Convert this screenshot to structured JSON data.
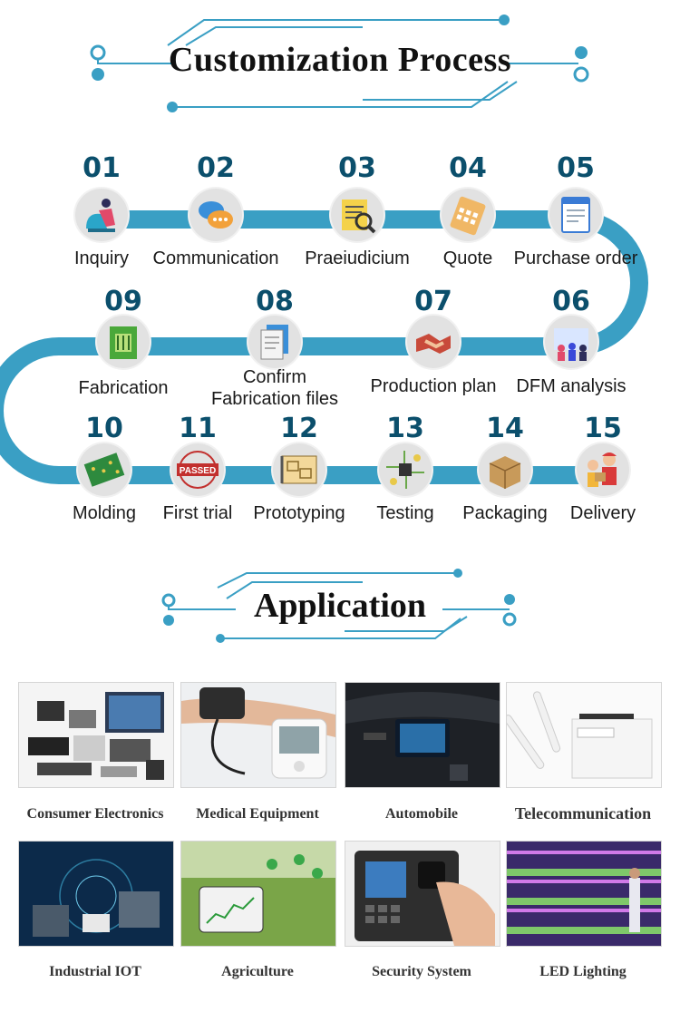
{
  "process": {
    "title": "Customization Process",
    "steps": [
      {
        "num": "01",
        "label": "Inquiry",
        "icon": "person-chair-icon"
      },
      {
        "num": "02",
        "label": "Communication",
        "icon": "chat-bubbles-icon"
      },
      {
        "num": "03",
        "label": "Praeiudicium",
        "icon": "document-magnifier-icon"
      },
      {
        "num": "04",
        "label": "Quote",
        "icon": "calculator-icon"
      },
      {
        "num": "05",
        "label": "Purchase order",
        "icon": "order-form-icon"
      },
      {
        "num": "06",
        "label": "DFM analysis",
        "icon": "team-analysis-icon"
      },
      {
        "num": "07",
        "label": "Production plan",
        "icon": "handshake-icon"
      },
      {
        "num": "08",
        "label": "Confirm\nFabrication files",
        "icon": "files-icon"
      },
      {
        "num": "09",
        "label": "Fabrication",
        "icon": "chip-icon"
      },
      {
        "num": "10",
        "label": "Molding",
        "icon": "pcb-board-icon"
      },
      {
        "num": "11",
        "label": "First trial",
        "icon": "passed-stamp-icon"
      },
      {
        "num": "12",
        "label": "Prototyping",
        "icon": "blueprint-icon"
      },
      {
        "num": "13",
        "label": "Testing",
        "icon": "circuit-test-icon"
      },
      {
        "num": "14",
        "label": "Packaging",
        "icon": "box-icon"
      },
      {
        "num": "15",
        "label": "Delivery",
        "icon": "courier-icon"
      }
    ],
    "stamp_text": "PASSED"
  },
  "application": {
    "title": "Application",
    "items": [
      {
        "label": "Consumer Electronics",
        "icon": "electronics-photo"
      },
      {
        "label": "Medical Equipment",
        "icon": "blood-pressure-photo"
      },
      {
        "label": "Automobile",
        "icon": "car-dashboard-photo"
      },
      {
        "label": "Telecommunication",
        "icon": "router-photo"
      },
      {
        "label": "Industrial IOT",
        "icon": "industrial-iot-photo"
      },
      {
        "label": "Agriculture",
        "icon": "agriculture-photo"
      },
      {
        "label": "Security System",
        "icon": "fingerprint-photo"
      },
      {
        "label": "LED Lighting",
        "icon": "led-grow-photo"
      }
    ]
  },
  "colors": {
    "track": "#3a9fc4",
    "accent": "#2a8fb5",
    "number": "#0b4f6c"
  }
}
